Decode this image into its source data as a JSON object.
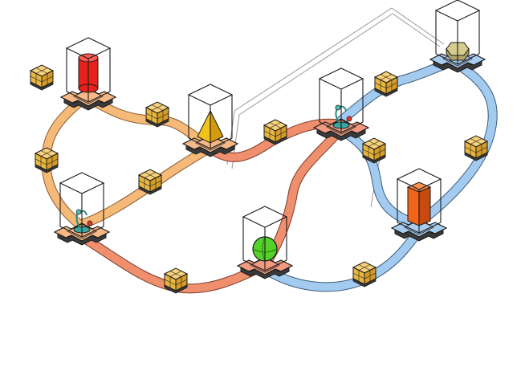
{
  "colors": {
    "background": "#ffffff",
    "outline": "#1a1a1a",
    "route_orange": "#f5b978",
    "route_salmon": "#ef8f6e",
    "route_blue": "#9ec5ea",
    "route_gray": "#bbbbbb",
    "platform_orange": "#f7b887",
    "platform_salmon": "#f29a80",
    "platform_blue": "#a9cdef",
    "crate": "#e8b640",
    "node_red": "#e8221b",
    "node_yellow": "#f2c21a",
    "node_green": "#55d22a",
    "node_orange": "#f2641a",
    "node_khaki": "#d6cc8e"
  },
  "icons": {
    "crate": "crate-pallet-icon",
    "cylinder": "cylinder-block-icon",
    "pyramid": "pyramid-block-icon",
    "sphere": "sphere-block-icon",
    "cube": "cube-block-icon",
    "octagon": "octagon-block-icon",
    "robot": "robot-arm-icon"
  },
  "nodes": [
    {
      "id": "cylinder-station",
      "shape": "cylinder",
      "color": "node_red",
      "platform": "platform_orange"
    },
    {
      "id": "pyramid-station",
      "shape": "pyramid",
      "color": "node_yellow",
      "platform": "platform_orange"
    },
    {
      "id": "robot-station-left",
      "shape": "robot",
      "color": "",
      "platform": "platform_orange"
    },
    {
      "id": "robot-station-center",
      "shape": "robot",
      "color": "",
      "platform": "platform_salmon"
    },
    {
      "id": "sphere-station",
      "shape": "sphere",
      "color": "node_green",
      "platform": "platform_salmon"
    },
    {
      "id": "cube-station",
      "shape": "cube",
      "color": "node_orange",
      "platform": "platform_blue"
    },
    {
      "id": "octagon-station",
      "shape": "octagon",
      "color": "node_khaki",
      "platform": "platform_blue"
    }
  ],
  "routes": [
    {
      "id": "route-orange",
      "color": "route_orange"
    },
    {
      "id": "route-salmon",
      "color": "route_salmon"
    },
    {
      "id": "route-blue",
      "color": "route_blue"
    },
    {
      "id": "route-gray-wire",
      "color": "route_gray"
    }
  ]
}
